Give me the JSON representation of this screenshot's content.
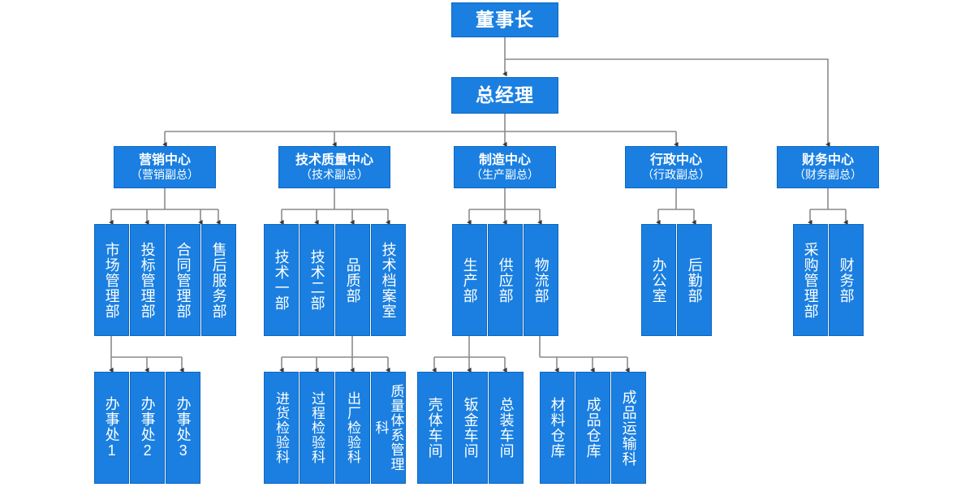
{
  "meta": {
    "title": "公司组织结构图",
    "colors": {
      "node_fill": "#1a7fe0",
      "node_border": "#0d66c0",
      "node_text": "#ffffff",
      "connector": "#7f7f7f",
      "background": "#ffffff"
    }
  },
  "levels": {
    "chairman": {
      "label": "董事长"
    },
    "general_manager": {
      "label": "总经理"
    },
    "centers": [
      {
        "label": "营销中心",
        "sub": "（营销副总）"
      },
      {
        "label": "技术质量中心",
        "sub": "（技术副总）"
      },
      {
        "label": "制造中心",
        "sub": "（生产副总）"
      },
      {
        "label": "行政中心",
        "sub": "（行政副总）"
      },
      {
        "label": "财务中心",
        "sub": "（财务副总）"
      }
    ],
    "departments": {
      "marketing": [
        "市场管理部",
        "投标管理部",
        "合同管理部",
        "售后服务部"
      ],
      "technical": [
        "技术一部",
        "技术二部",
        "品质部",
        "技术档案室"
      ],
      "manufacturing": [
        "生产部",
        "供应部",
        "物流部"
      ],
      "administration": [
        "办公室",
        "后勤部"
      ],
      "finance": [
        "采购管理部",
        "财务部"
      ]
    },
    "sub_units": {
      "marketing_offices": [
        "办事处1",
        "办事处2",
        "办事处3"
      ],
      "quality_sections": [
        "进货检验科",
        "过程检验科",
        "出厂检验科",
        "质量体系管理科"
      ],
      "workshops": [
        "壳体车间",
        "钣金车间",
        "总装车间"
      ],
      "logistics_units": [
        "材料仓库",
        "成品仓库",
        "成品运输科"
      ]
    }
  }
}
